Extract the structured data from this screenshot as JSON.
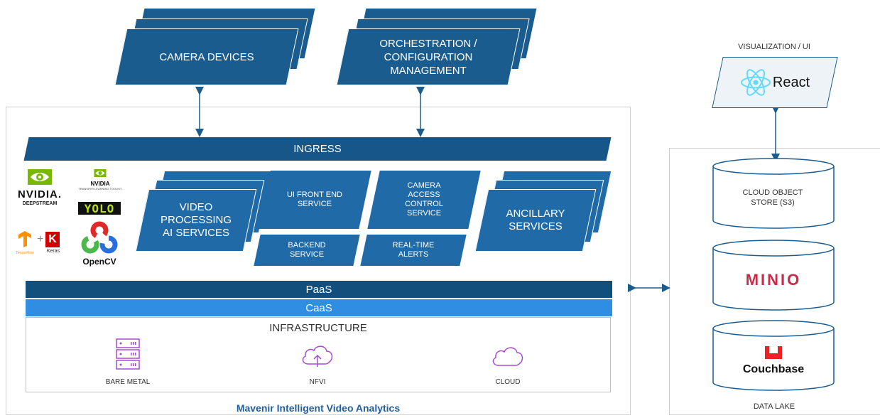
{
  "top": {
    "camera_devices": "CAMERA DEVICES",
    "orchestration": "ORCHESTRATION / CONFIGURATION MANAGEMENT"
  },
  "main": {
    "ingress": "INGRESS",
    "video_processing": "VIDEO PROCESSING AI SERVICES",
    "ui_front_end": "UI FRONT END SERVICE",
    "camera_access": "CAMERA ACCESS CONTROL SERVICE",
    "backend": "BACKEND SERVICE",
    "realtime_alerts": "REAL-TIME ALERTS",
    "ancillary": "ANCILLARY SERVICES",
    "paas": "PaaS",
    "caas": "CaaS",
    "infrastructure": "INFRASTRUCTURE",
    "bare_metal": "BARE METAL",
    "nfvi": "NFVI",
    "cloud": "CLOUD",
    "footer_title": "Mavenir Intelligent Video Analytics"
  },
  "logos": {
    "nvidia": "NVIDIA.",
    "deepstream": "DEEPSTREAM",
    "nvidia_small": "NVIDIA",
    "tlt": "TRANSFER LEARNING TOOLKIT",
    "yolo": "YOLO",
    "tensorflow": "TensorFlow",
    "plus": "+",
    "keras_k": "K",
    "keras": "Keras",
    "opencv": "OpenCV"
  },
  "right": {
    "visualization": "VISUALIZATION / UI",
    "react": "React",
    "cloud_object_store": "CLOUD OBJECT STORE (S3)",
    "minio": "MINIO",
    "couchbase": "Couchbase",
    "data_lake": "DATA LAKE"
  },
  "colors": {
    "dark_blue": "#1b5c8f",
    "mid_blue": "#1f6aa7",
    "paas": "#134f7d",
    "caas": "#2f8de2",
    "nvidia_green": "#76b900",
    "minio_red": "#c72c48",
    "couchbase_red": "#ea2328",
    "nfvi_purple": "#a64bd1"
  }
}
